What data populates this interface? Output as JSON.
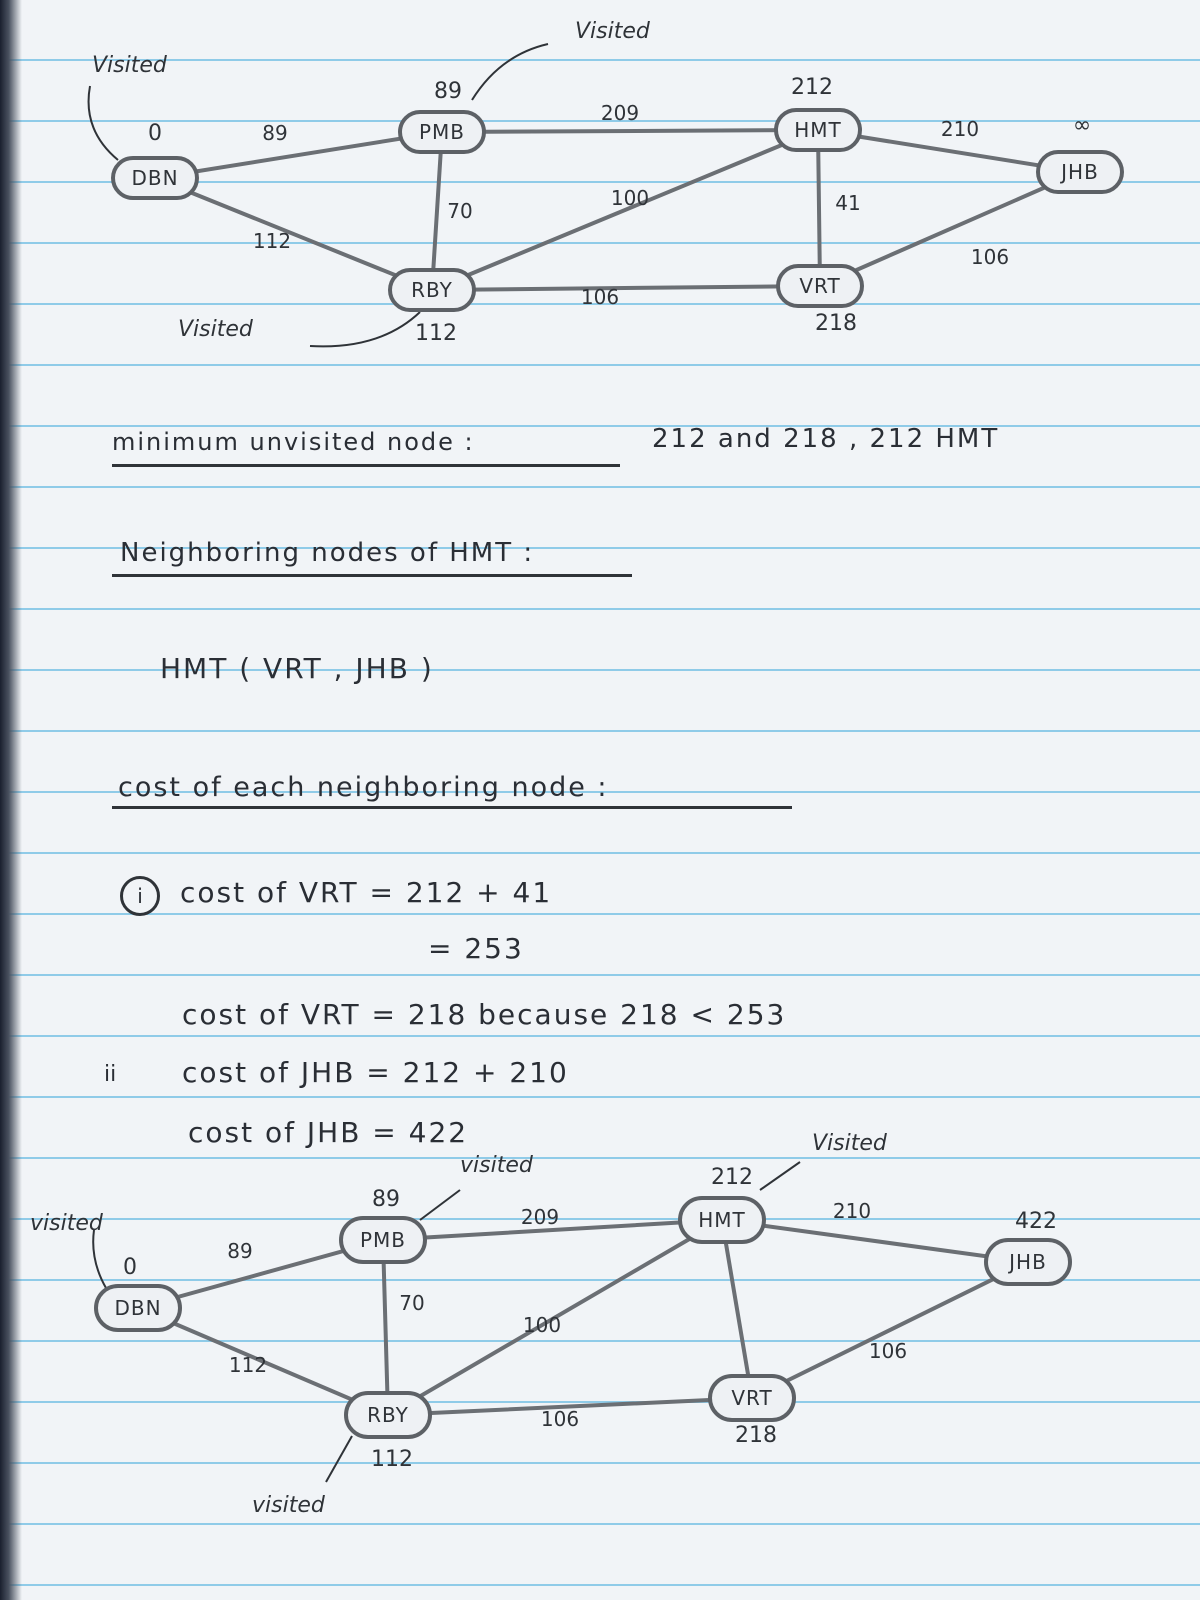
{
  "top_graph": {
    "nodes": [
      {
        "id": "DBN",
        "label": "DBN",
        "cost": "0",
        "status": "Visited"
      },
      {
        "id": "PMB",
        "label": "PMB",
        "cost": "89",
        "status": "Visited"
      },
      {
        "id": "HMT",
        "label": "HMT",
        "cost": "212",
        "status": ""
      },
      {
        "id": "JHB",
        "label": "JHB",
        "cost": "∞",
        "status": ""
      },
      {
        "id": "RBY",
        "label": "RBY",
        "cost": "112",
        "status": "Visited"
      },
      {
        "id": "VRT",
        "label": "VRT",
        "cost": "218",
        "status": ""
      }
    ],
    "edges": [
      {
        "from": "DBN",
        "to": "PMB",
        "weight": "89"
      },
      {
        "from": "PMB",
        "to": "HMT",
        "weight": "209"
      },
      {
        "from": "HMT",
        "to": "JHB",
        "weight": "210"
      },
      {
        "from": "PMB",
        "to": "RBY",
        "weight": "70"
      },
      {
        "from": "DBN",
        "to": "RBY",
        "weight": "112"
      },
      {
        "from": "RBY",
        "to": "HMT",
        "weight": "100"
      },
      {
        "from": "HMT",
        "to": "VRT",
        "weight": "41"
      },
      {
        "from": "RBY",
        "to": "VRT",
        "weight": "106"
      },
      {
        "from": "VRT",
        "to": "JHB",
        "weight": "106"
      }
    ]
  },
  "notes": {
    "minimum_label": "minimum unvisited node :",
    "minimum_value": "212 and 218 , 212 HMT",
    "neighbor_heading": "Neighboring nodes of HMT :",
    "neighbor_list": "HMT ( VRT , JHB )",
    "cost_heading": "cost of each neighboring node :",
    "step1_marker": "i",
    "step1_line1": "cost of VRT = 212 + 41",
    "step1_line2": "= 253",
    "step1_line3": "cost of VRT = 218 because 218 < 253",
    "step2_marker": "ii",
    "step2_line1": "cost of JHB = 212 + 210",
    "step2_line2": "cost of JHB = 422"
  },
  "bottom_graph": {
    "nodes": [
      {
        "id": "DBN",
        "label": "DBN",
        "cost": "0",
        "status": "visited"
      },
      {
        "id": "PMB",
        "label": "PMB",
        "cost": "89",
        "status": "visited"
      },
      {
        "id": "HMT",
        "label": "HMT",
        "cost": "212",
        "status": "Visited"
      },
      {
        "id": "JHB",
        "label": "JHB",
        "cost": "422",
        "status": ""
      },
      {
        "id": "RBY",
        "label": "RBY",
        "cost": "112",
        "status": "visited"
      },
      {
        "id": "VRT",
        "label": "VRT",
        "cost": "218",
        "status": ""
      }
    ],
    "edges": [
      {
        "from": "DBN",
        "to": "PMB",
        "weight": "89"
      },
      {
        "from": "PMB",
        "to": "HMT",
        "weight": "209"
      },
      {
        "from": "HMT",
        "to": "JHB",
        "weight": "210"
      },
      {
        "from": "PMB",
        "to": "RBY",
        "weight": "70"
      },
      {
        "from": "DBN",
        "to": "RBY",
        "weight": "112"
      },
      {
        "from": "RBY",
        "to": "HMT",
        "weight": "100"
      },
      {
        "from": "HMT",
        "to": "VRT",
        "weight": ""
      },
      {
        "from": "RBY",
        "to": "VRT",
        "weight": "106"
      },
      {
        "from": "VRT",
        "to": "JHB",
        "weight": "106"
      }
    ]
  },
  "colors": {
    "ink": "#2f3338",
    "paper": "#f1f4f7",
    "rule": "#8fcbe8"
  }
}
